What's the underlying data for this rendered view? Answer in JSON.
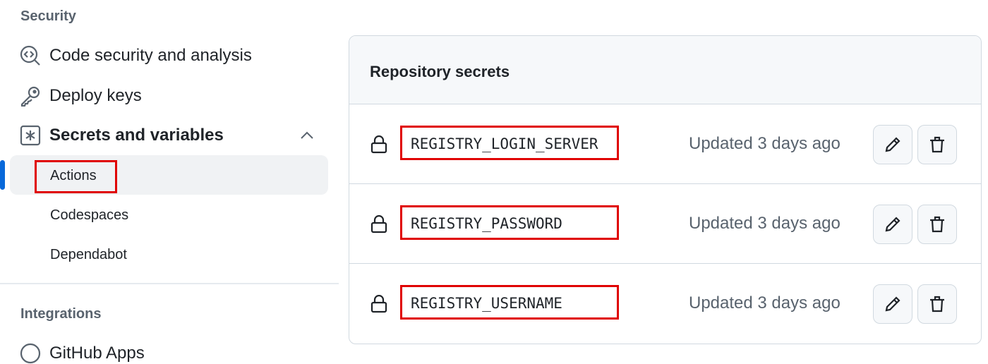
{
  "sidebar": {
    "security_heading": "Security",
    "items": [
      {
        "label": "Code security and analysis",
        "icon": "codescan-icon"
      },
      {
        "label": "Deploy keys",
        "icon": "key-icon"
      },
      {
        "label": "Secrets and variables",
        "icon": "asterisk-icon"
      }
    ],
    "subitems": [
      {
        "label": "Actions",
        "active": true
      },
      {
        "label": "Codespaces"
      },
      {
        "label": "Dependabot"
      }
    ],
    "integrations_heading": "Integrations",
    "partial_item": "GitHub Apps"
  },
  "panel": {
    "title": "Repository secrets",
    "secrets": [
      {
        "name": "REGISTRY_LOGIN_SERVER",
        "updated": "Updated 3 days ago"
      },
      {
        "name": "REGISTRY_PASSWORD",
        "updated": "Updated 3 days ago"
      },
      {
        "name": "REGISTRY_USERNAME",
        "updated": "Updated 3 days ago"
      }
    ]
  },
  "colors": {
    "accent": "#0969da",
    "highlight": "#e00000"
  }
}
